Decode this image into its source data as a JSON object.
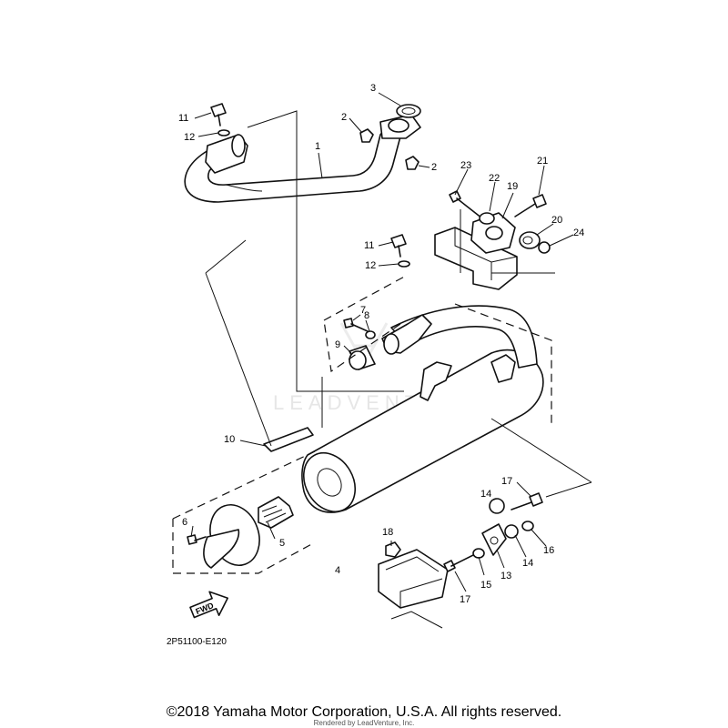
{
  "callouts": [
    "1",
    "2",
    "2",
    "3",
    "4",
    "5",
    "6",
    "7",
    "8",
    "9",
    "10",
    "11",
    "11",
    "12",
    "12",
    "13",
    "14",
    "14",
    "15",
    "16",
    "17",
    "17",
    "18",
    "19",
    "20",
    "21",
    "22",
    "23",
    "24"
  ],
  "fwd_label": "FWD",
  "reference_code": "2P51100-E120",
  "watermark": "LEADVENTURE",
  "copyright": "©2018 Yamaha Motor Corporation, U.S.A. All rights reserved.",
  "rendered_by": "Rendered by LeadVenture, Inc."
}
